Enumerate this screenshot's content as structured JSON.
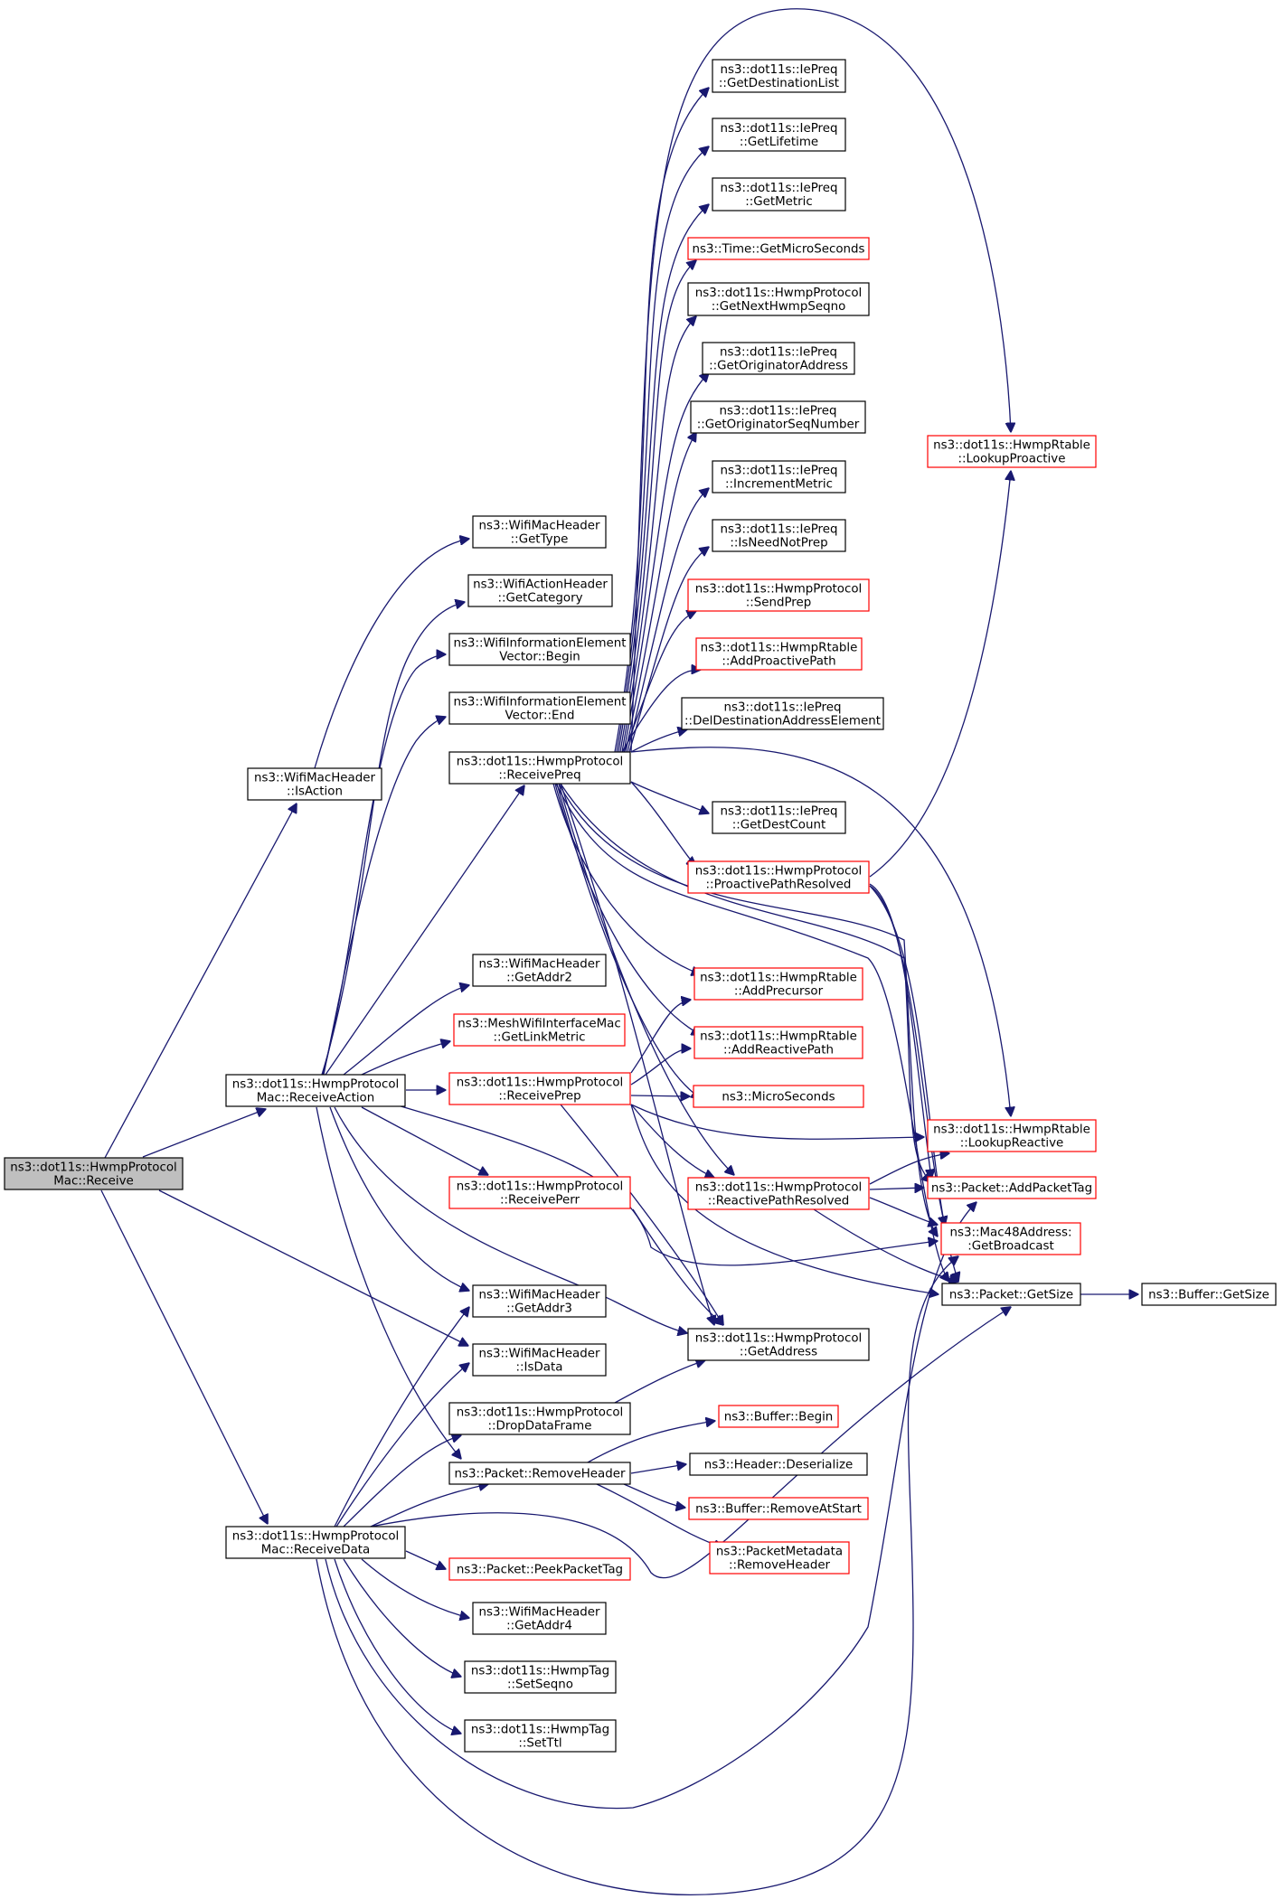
{
  "colors": {
    "edge": "#191970",
    "node_border_default": "#000000",
    "node_border_incomplete": "#ff0000",
    "node_fill_focus": "#bfbfbf",
    "node_fill": "#ffffff"
  },
  "nodes": {
    "receive": {
      "lines": [
        "ns3::dot11s::HwmpProtocol",
        "Mac::Receive"
      ],
      "focus": true
    },
    "isaction": {
      "lines": [
        "ns3::WifiMacHeader",
        "::IsAction"
      ]
    },
    "receiveaction": {
      "lines": [
        "ns3::dot11s::HwmpProtocol",
        "Mac::ReceiveAction"
      ]
    },
    "receivedata": {
      "lines": [
        "ns3::dot11s::HwmpProtocol",
        "Mac::ReceiveData"
      ]
    },
    "gettype": {
      "lines": [
        "ns3::WifiMacHeader",
        "::GetType"
      ]
    },
    "getcategory": {
      "lines": [
        "ns3::WifiActionHeader",
        "::GetCategory"
      ]
    },
    "iebegin": {
      "lines": [
        "ns3::WifiInformationElement",
        "Vector::Begin"
      ]
    },
    "ieend": {
      "lines": [
        "ns3::WifiInformationElement",
        "Vector::End"
      ]
    },
    "receivepreq": {
      "lines": [
        "ns3::dot11s::HwmpProtocol",
        "::ReceivePreq"
      ]
    },
    "getaddr2": {
      "lines": [
        "ns3::WifiMacHeader",
        "::GetAddr2"
      ]
    },
    "getlinkmetric": {
      "lines": [
        "ns3::MeshWifiInterfaceMac",
        "::GetLinkMetric"
      ],
      "red": true
    },
    "receiveprep": {
      "lines": [
        "ns3::dot11s::HwmpProtocol",
        "::ReceivePrep"
      ],
      "red": true
    },
    "receiveperr": {
      "lines": [
        "ns3::dot11s::HwmpProtocol",
        "::ReceivePerr"
      ],
      "red": true
    },
    "getaddr3": {
      "lines": [
        "ns3::WifiMacHeader",
        "::GetAddr3"
      ]
    },
    "isdata": {
      "lines": [
        "ns3::WifiMacHeader",
        "::IsData"
      ]
    },
    "dropdataframe": {
      "lines": [
        "ns3::dot11s::HwmpProtocol",
        "::DropDataFrame"
      ]
    },
    "removeheader": {
      "lines": [
        "ns3::Packet::RemoveHeader"
      ]
    },
    "peekpackettag": {
      "lines": [
        "ns3::Packet::PeekPacketTag"
      ],
      "red": true
    },
    "getaddr4": {
      "lines": [
        "ns3::WifiMacHeader",
        "::GetAddr4"
      ]
    },
    "setseqno": {
      "lines": [
        "ns3::dot11s::HwmpTag",
        "::SetSeqno"
      ]
    },
    "setttl": {
      "lines": [
        "ns3::dot11s::HwmpTag",
        "::SetTtl"
      ]
    },
    "getdestinationlist": {
      "lines": [
        "ns3::dot11s::IePreq",
        "::GetDestinationList"
      ]
    },
    "getlifetime": {
      "lines": [
        "ns3::dot11s::IePreq",
        "::GetLifetime"
      ]
    },
    "getmetric": {
      "lines": [
        "ns3::dot11s::IePreq",
        "::GetMetric"
      ]
    },
    "getmicroseconds": {
      "lines": [
        "ns3::Time::GetMicroSeconds"
      ],
      "red": true
    },
    "getnexthwmpseqno": {
      "lines": [
        "ns3::dot11s::HwmpProtocol",
        "::GetNextHwmpSeqno"
      ]
    },
    "getoriginatoraddress": {
      "lines": [
        "ns3::dot11s::IePreq",
        "::GetOriginatorAddress"
      ]
    },
    "getoriginatorseqnumber": {
      "lines": [
        "ns3::dot11s::IePreq",
        "::GetOriginatorSeqNumber"
      ]
    },
    "incrementmetric": {
      "lines": [
        "ns3::dot11s::IePreq",
        "::IncrementMetric"
      ]
    },
    "isneednotprep": {
      "lines": [
        "ns3::dot11s::IePreq",
        "::IsNeedNotPrep"
      ]
    },
    "sendprep": {
      "lines": [
        "ns3::dot11s::HwmpProtocol",
        "::SendPrep"
      ],
      "red": true
    },
    "addproactivepath": {
      "lines": [
        "ns3::dot11s::HwmpRtable",
        "::AddProactivePath"
      ],
      "red": true
    },
    "deldestinationaddresselement": {
      "lines": [
        "ns3::dot11s::IePreq",
        "::DelDestinationAddressElement"
      ]
    },
    "getdestcount": {
      "lines": [
        "ns3::dot11s::IePreq",
        "::GetDestCount"
      ]
    },
    "proactivepathresolved": {
      "lines": [
        "ns3::dot11s::HwmpProtocol",
        "::ProactivePathResolved"
      ],
      "red": true
    },
    "addprecursor": {
      "lines": [
        "ns3::dot11s::HwmpRtable",
        "::AddPrecursor"
      ],
      "red": true
    },
    "addreactivepath": {
      "lines": [
        "ns3::dot11s::HwmpRtable",
        "::AddReactivePath"
      ],
      "red": true
    },
    "microseconds": {
      "lines": [
        "ns3::MicroSeconds"
      ],
      "red": true
    },
    "reactivepathresolved": {
      "lines": [
        "ns3::dot11s::HwmpProtocol",
        "::ReactivePathResolved"
      ],
      "red": true
    },
    "getaddress": {
      "lines": [
        "ns3::dot11s::HwmpProtocol",
        "::GetAddress"
      ]
    },
    "bufferbegin": {
      "lines": [
        "ns3::Buffer::Begin"
      ],
      "red": true
    },
    "deserialize": {
      "lines": [
        "ns3::Header::Deserialize"
      ]
    },
    "removeatstart": {
      "lines": [
        "ns3::Buffer::RemoveAtStart"
      ],
      "red": true
    },
    "pmremoveheader": {
      "lines": [
        "ns3::PacketMetadata",
        "::RemoveHeader"
      ],
      "red": true
    },
    "lookupproactive": {
      "lines": [
        "ns3::dot11s::HwmpRtable",
        "::LookupProactive"
      ],
      "red": true
    },
    "lookupreactive": {
      "lines": [
        "ns3::dot11s::HwmpRtable",
        "::LookupReactive"
      ],
      "red": true
    },
    "addpackettag": {
      "lines": [
        "ns3::Packet::AddPacketTag"
      ],
      "red": true
    },
    "getbroadcast": {
      "lines": [
        "ns3::Mac48Address:",
        ":GetBroadcast"
      ],
      "red": true
    },
    "packetgetsize": {
      "lines": [
        "ns3::Packet::GetSize"
      ]
    },
    "buffergetsize": {
      "lines": [
        "ns3::Buffer::GetSize"
      ]
    }
  }
}
